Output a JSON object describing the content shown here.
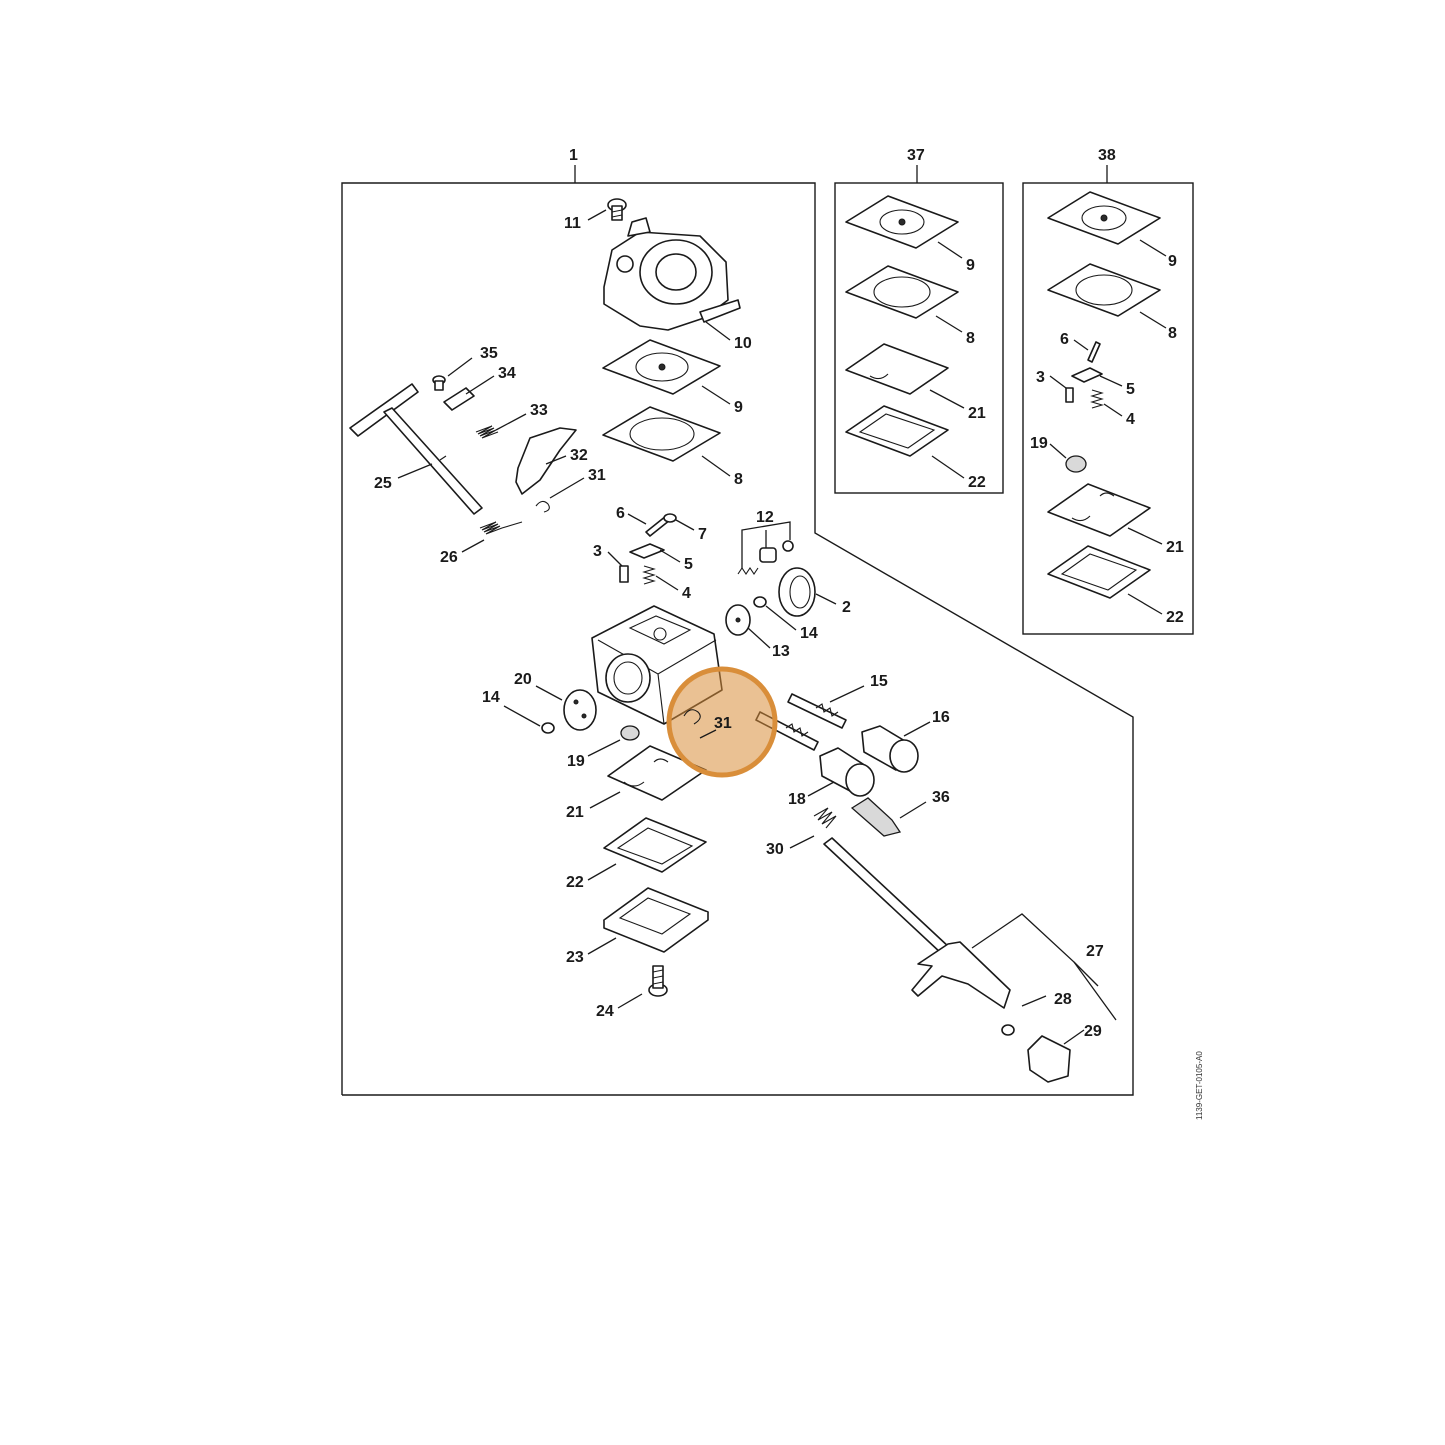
{
  "doc_id": "1139-GET-0105-A0",
  "highlight": {
    "label": "31",
    "color": "#d98e3a"
  },
  "colors": {
    "line": "#1a1a1a",
    "background": "#ffffff"
  },
  "groups": [
    {
      "id": "group-1",
      "label": "1"
    },
    {
      "id": "group-37",
      "label": "37"
    },
    {
      "id": "group-38",
      "label": "38"
    }
  ],
  "callouts": [
    "1",
    "2",
    "3",
    "4",
    "5",
    "6",
    "7",
    "8",
    "9",
    "10",
    "11",
    "12",
    "13",
    "14",
    "15",
    "16",
    "18",
    "19",
    "20",
    "21",
    "22",
    "23",
    "24",
    "25",
    "26",
    "27",
    "28",
    "29",
    "30",
    "31",
    "32",
    "33",
    "34",
    "35",
    "36",
    "37",
    "38"
  ],
  "labels": {
    "g1": "1",
    "g37": "37",
    "g38": "38",
    "p11": "11",
    "p10": "10",
    "p9": "9",
    "p8": "8",
    "p35": "35",
    "p34": "34",
    "p33": "33",
    "p32": "32",
    "p31": "31",
    "p25": "25",
    "p26": "26",
    "p6": "6",
    "p7": "7",
    "p3": "3",
    "p5": "5",
    "p4": "4",
    "p12": "12",
    "p2": "2",
    "p14a": "14",
    "p13": "13",
    "p20": "20",
    "p14b": "14",
    "p19": "19",
    "p15": "15",
    "p16": "16",
    "p31h": "31",
    "p18": "18",
    "p36": "36",
    "p21": "21",
    "p30": "30",
    "p22": "22",
    "p23": "23",
    "p24": "24",
    "p27": "27",
    "p28": "28",
    "p29": "29",
    "k37_9": "9",
    "k37_8": "8",
    "k37_21": "21",
    "k37_22": "22",
    "k38_9": "9",
    "k38_8": "8",
    "k38_6": "6",
    "k38_3": "3",
    "k38_5": "5",
    "k38_4": "4",
    "k38_19": "19",
    "k38_21": "21",
    "k38_22": "22"
  }
}
